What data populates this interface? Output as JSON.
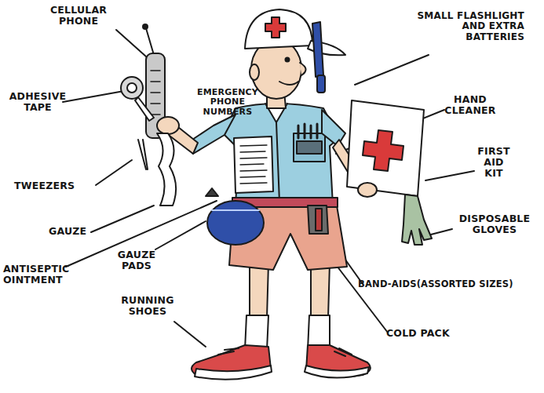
{
  "diagram": {
    "labels": [
      "CELLULAR PHONE",
      "SMALL FLASHLIGHT AND EXTRA BATTERIES",
      "EMERGENCY PHONE NUMBERS",
      "ADHESIVE TAPE",
      "HAND CLEANER",
      "FIRST AID KIT",
      "TWEEZERS",
      "DISPOSABLE GLOVES",
      "GAUZE",
      "GAUZE PADS",
      "ANTISEPTIC OINTMENT",
      "BAND-AIDS(ASSORTED SIZES)",
      "RUNNING SHOES",
      "COLD PACK"
    ]
  }
}
